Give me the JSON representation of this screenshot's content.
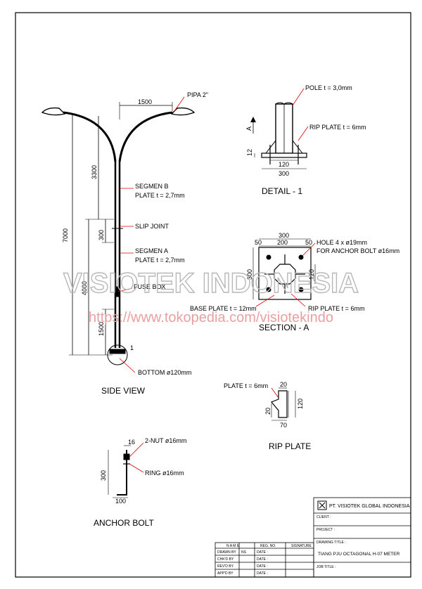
{
  "side_view": {
    "title": "SIDE VIEW",
    "dim_arm": "1500",
    "dim_total": "7000",
    "dim_segmen_b": "3300",
    "dim_slip": "300",
    "dim_segmen_a": "4000",
    "dim_bottom": "1500",
    "label_pipa": "PIPA 2\"",
    "label_segmen_b_1": "SEGMEN B",
    "label_segmen_b_2": "PLATE t = 2,7mm",
    "label_slip": "SLIP JOINT",
    "label_segmen_a_1": "SEGMEN A",
    "label_segmen_a_2": "PLATE t = 2,7mm",
    "label_fuse": "FUSE BOX",
    "label_bottom": "BOTTOM ø120mm",
    "marker_1": "1"
  },
  "detail_1": {
    "title": "DETAIL - 1",
    "label_pole": "POLE t = 3,0mm",
    "label_rip": "RIP PLATE t = 6mm",
    "dim_12": "12",
    "dim_120": "120",
    "dim_300": "300",
    "section_mark": "A"
  },
  "section_a": {
    "title": "SECTION - A",
    "dim_300_top": "300",
    "dim_50_left": "50",
    "dim_200": "200",
    "dim_50_right": "50",
    "dim_300_left": "300",
    "dim_120_right": "120",
    "label_hole_1": "HOLE 4 x ø19mm",
    "label_hole_2": "FOR ANCHOR BOLT ø16mm",
    "label_base": "BASE PLATE t = 12mm",
    "label_rip": "RIP PLATE t = 6mm"
  },
  "rip_plate": {
    "title": "RIP PLATE",
    "label_plate": "PLATE t = 6mm",
    "dim_20_top": "20",
    "dim_20_side": "20",
    "dim_120": "120",
    "dim_70": "70"
  },
  "anchor_bolt": {
    "title": "ANCHOR BOLT",
    "dim_16": "16",
    "dim_300": "300",
    "dim_100": "100",
    "label_nut": "2-NUT ø16mm",
    "label_ring": "RING ø16mm"
  },
  "watermark": {
    "company": "VISIOTEK INDONESIA",
    "url": "https://www.tokopedia.com/visiotekindo"
  },
  "title_block": {
    "company": "PT. VISIOTEK GLOBAL INDONESIA",
    "client_label": "CLIENT :",
    "project_label": "PROJECT :",
    "drawing_title_label": "DRAWING TITLE :",
    "drawing_title": "TIANG PJU OCTAGONAL H-07 METER",
    "job_title_label": "JOB TITLE :",
    "col_name": "N A M E",
    "col_reg": "REG. NO.",
    "col_signature": "SIGNATURE",
    "rows": [
      {
        "role": "DRAWN BY",
        "name": "NS",
        "date": "DATE :"
      },
      {
        "role": "CHK'D BY",
        "name": "",
        "date": "DATE :"
      },
      {
        "role": "REV'D BY",
        "name": "",
        "date": "DATE :"
      },
      {
        "role": "APP'D BY",
        "name": "",
        "date": "DATE :"
      }
    ]
  }
}
